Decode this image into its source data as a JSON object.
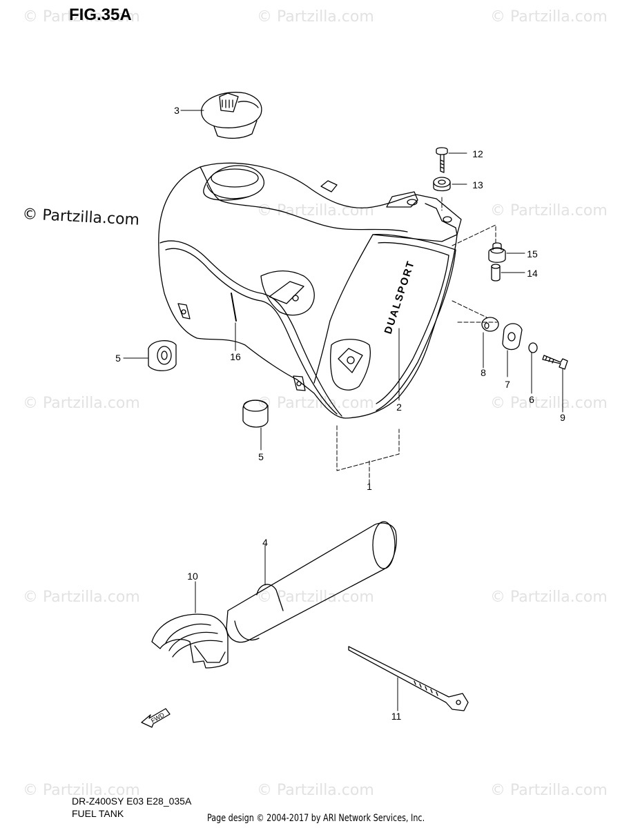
{
  "figure": {
    "title": "FIG.35A"
  },
  "watermark": {
    "text": "© Partzilla.com"
  },
  "tank_decal": {
    "text": "DUALSPORT"
  },
  "fwd_arrow": {
    "text": "FWD"
  },
  "callouts": [
    "1",
    "2",
    "3",
    "4",
    "5",
    "5",
    "6",
    "7",
    "8",
    "9",
    "10",
    "11",
    "12",
    "13",
    "14",
    "15",
    "16"
  ],
  "footer": {
    "model_code": "DR-Z400SY E03 E28_035A",
    "section_name": "FUEL TANK",
    "credit": "Page design © 2004-2017 by ARI Network Services, Inc."
  }
}
